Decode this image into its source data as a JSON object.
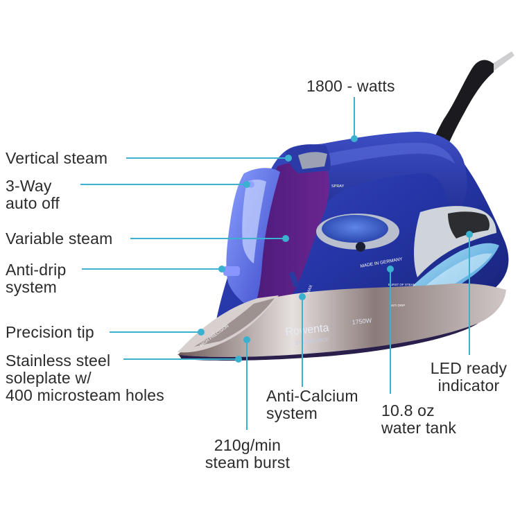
{
  "accent_color": "#39b1cf",
  "brand": {
    "name": "Rowenta",
    "model": "STEAMFORCE",
    "wattage_plate": "1750W",
    "made_in": "MADE IN GERMANY",
    "spray": "SPRAY",
    "max": "MAX",
    "burst": "BURST OF STEAM",
    "anti_drip": "ANTI DRIP",
    "tip": "HIGH PRECISION"
  },
  "callouts": {
    "watts": "1800 - watts",
    "vertical": "Vertical steam",
    "auto_off": [
      "3-Way",
      "auto off"
    ],
    "variable": "Variable steam",
    "anti_drip": [
      "Anti-drip",
      "system"
    ],
    "tip": "Precision tip",
    "soleplate": [
      "Stainless steel",
      "soleplate w/",
      "400 microsteam holes"
    ],
    "burst": [
      "210g/min",
      "steam burst"
    ],
    "calcium": [
      "Anti-Calcium",
      "system"
    ],
    "tank": [
      "10.8 oz",
      "water tank"
    ],
    "led": [
      "LED ready",
      "indicator"
    ]
  }
}
